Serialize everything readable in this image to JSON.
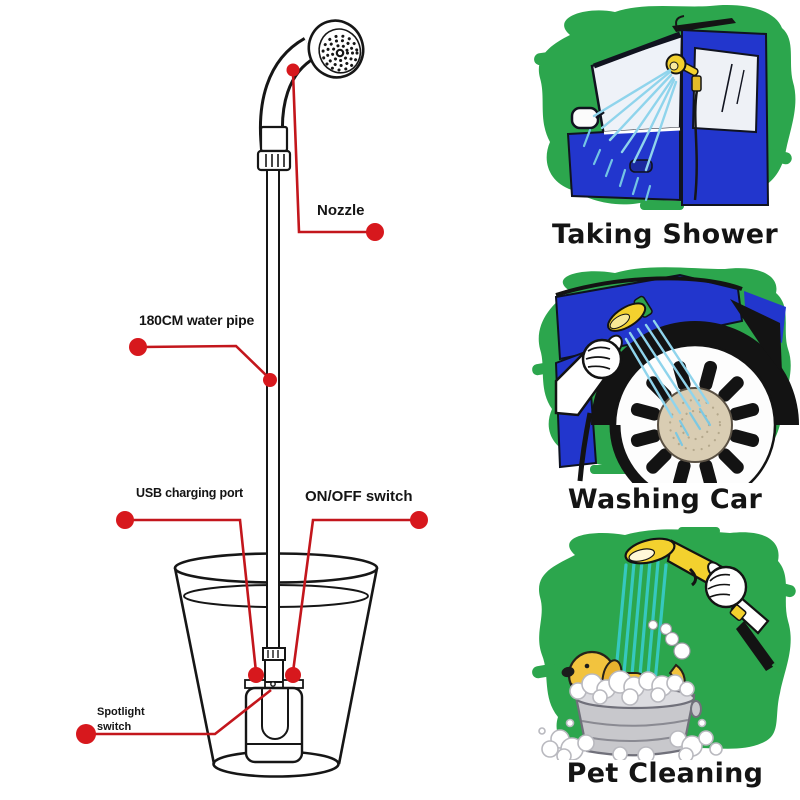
{
  "product_diagram": {
    "labels": {
      "nozzle": "Nozzle",
      "water_pipe": "180CM water pipe",
      "usb_port": "USB charging port",
      "power_switch": "ON/OFF switch",
      "spotlight": "Spotlight\nswitch"
    }
  },
  "use_cases": [
    {
      "title": "Taking Shower",
      "icon": "car-shower-illustration"
    },
    {
      "title": "Washing Car",
      "icon": "wheel-washing-illustration"
    },
    {
      "title": "Pet Cleaning",
      "icon": "dog-bath-illustration"
    }
  ],
  "colors": {
    "callout_red": "#c3161c",
    "dot_red": "#d7181d",
    "outline_black": "#161616",
    "splash_green": "#2ca64d",
    "car_blue": "#2236cd",
    "spray_light_blue": "#8fd4ec",
    "spray_teal": "#36c8bf",
    "shower_yellow": "#f3d12e",
    "hub_tan": "#d9cdb3",
    "tub_gray": "#c8c8cc",
    "dog_yellow": "#f2c33e"
  }
}
